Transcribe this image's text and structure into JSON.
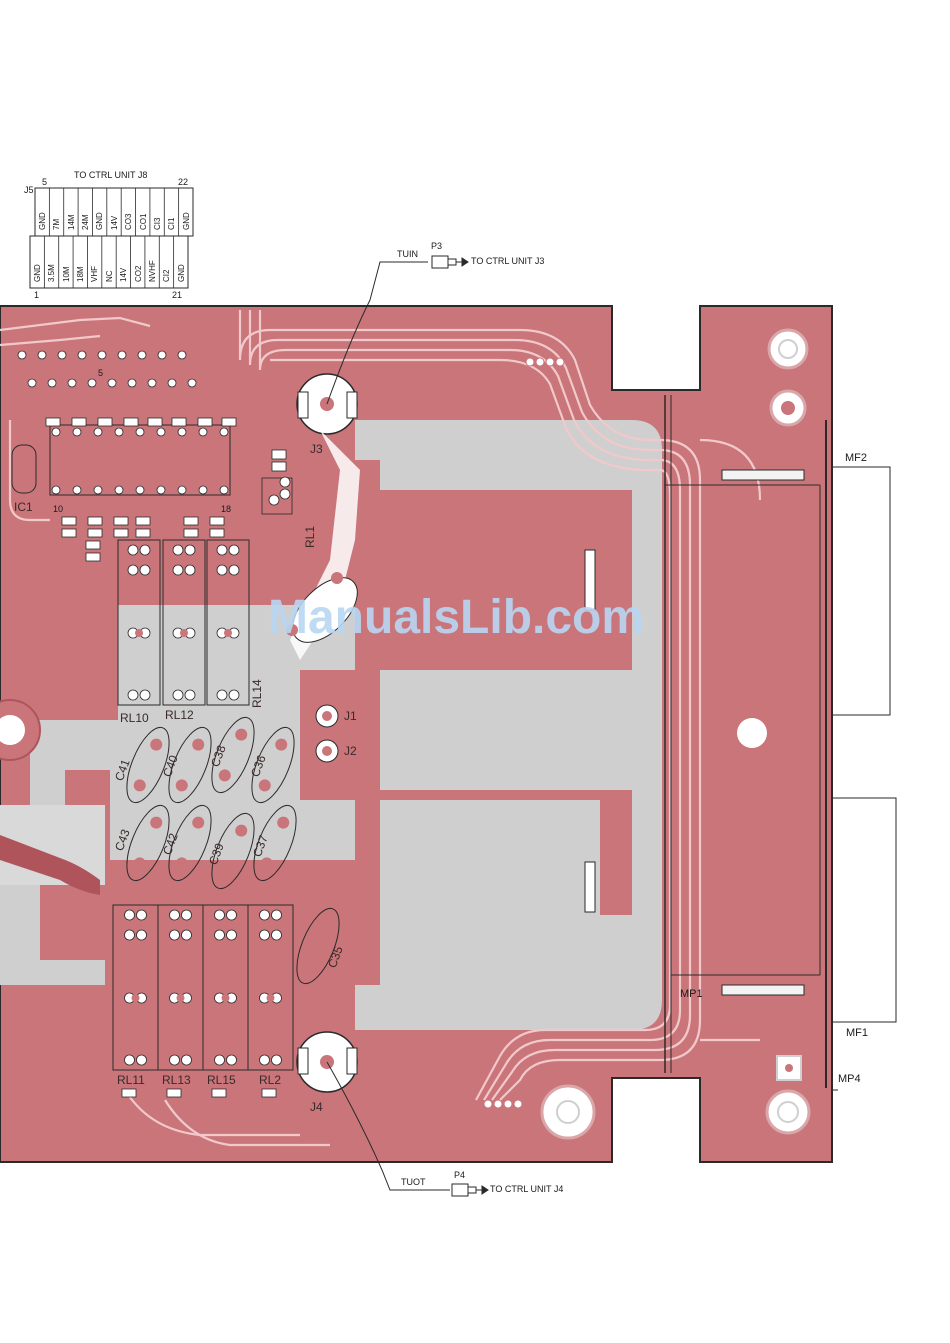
{
  "connector_j5": {
    "ref": "J5",
    "title": "TO CTRL UNIT J8",
    "pin_top_left": "5",
    "pin_top_right": "22",
    "pin_bottom_left": "1",
    "pin_bottom_right": "21",
    "top_row": [
      "GND",
      "7M",
      "14M",
      "24M",
      "GND",
      "14V",
      "CO3",
      "CO1",
      "CI3",
      "CI1",
      "GND"
    ],
    "bottom_row": [
      "GND",
      "3.5M",
      "10M",
      "18M",
      "VHF",
      "NC",
      "14V",
      "CO2",
      "NVHF",
      "CI2",
      "GND"
    ]
  },
  "callouts": {
    "p3_ref": "P3",
    "p3_signal": "TUIN",
    "p3_dest": "TO CTRL UNIT J3",
    "p4_ref": "P4",
    "p4_signal": "TUOT",
    "p4_dest": "TO CTRL UNIT J4",
    "mf2": "MF2",
    "mf1": "MF1",
    "mp1": "MP1",
    "mp4": "MP4"
  },
  "board_labels": {
    "ic1": "IC1",
    "j3": "J3",
    "j4": "J4",
    "j1": "J1",
    "j2": "J2",
    "rl1": "RL1",
    "rl10": "RL10",
    "rl12": "RL12",
    "rl14": "RL14",
    "rl11": "RL11",
    "rl13": "RL13",
    "rl15": "RL15",
    "rl2": "RL2",
    "c41": "C41",
    "c40": "C40",
    "c38": "C38",
    "c36": "C36",
    "c43": "C43",
    "c42": "C42",
    "c39": "C39",
    "c37": "C37",
    "c35": "C35",
    "pin5": "5",
    "pin10": "10",
    "pin18": "18"
  },
  "watermark": "ManualsLib.com",
  "colors": {
    "board": "#c9757a",
    "board_dark": "#b45f66",
    "ground_plane": "#cfcfcf",
    "trace_light": "#f2c9cb",
    "outline": "#2a2a2a",
    "watermark": "#b9d6f2"
  }
}
